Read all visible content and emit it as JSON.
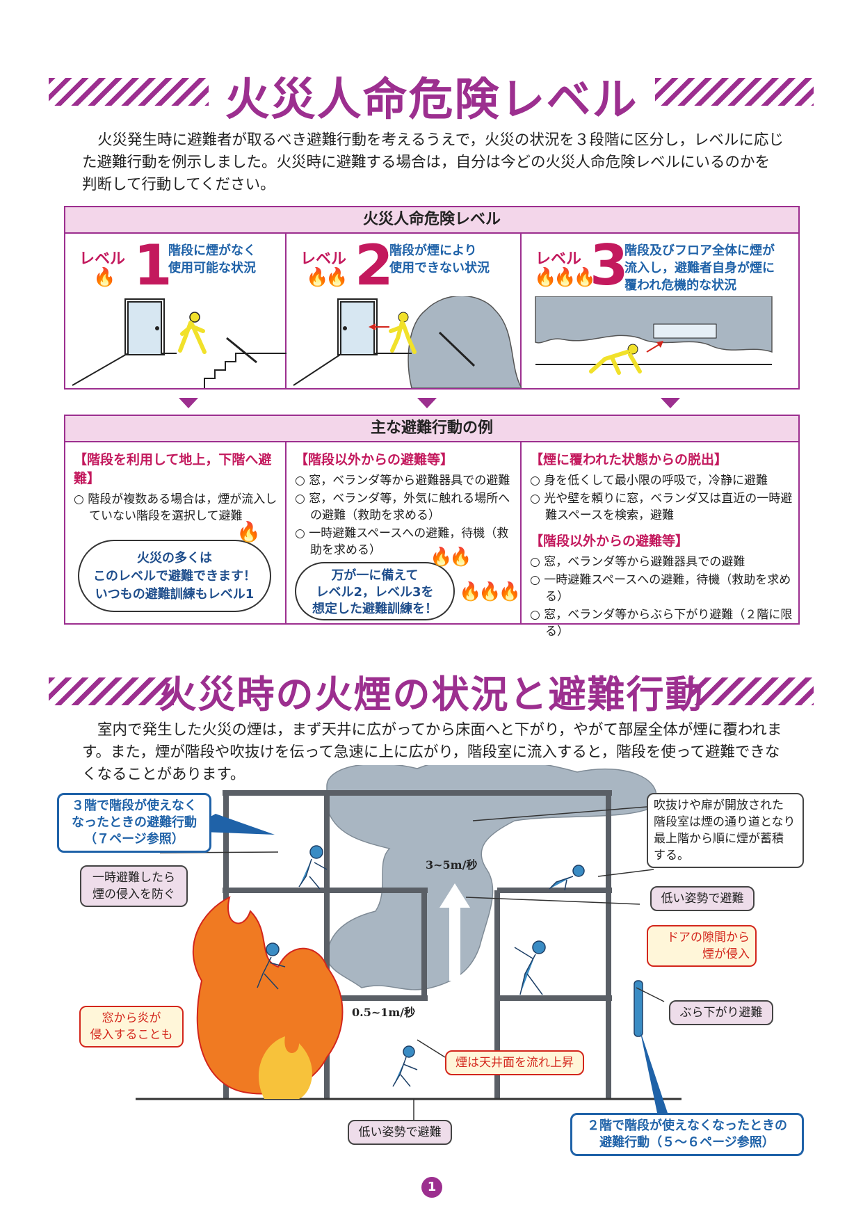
{
  "section1": {
    "title": "火災人命危険レベル",
    "intro": "火災発生時に避難者が取るべき避難行動を考えるうえで，火災の状況を３段階に区分し，レベルに応じた避難行動を例示しました。火災時に避難する場合は，自分は今どの火災人命危険レベルにいるのかを判断して行動してください。",
    "panel_title": "火災人命危険レベル",
    "levels": [
      {
        "word": "レベル",
        "num": "1",
        "desc": "階段に煙がなく\n使用可能な状況"
      },
      {
        "word": "レベル",
        "num": "2",
        "desc": "階段が煙により\n使用できない状況"
      },
      {
        "word": "レベル",
        "num": "3",
        "desc": "階段及びフロア全体に煙が\n流入し，避難者自身が煙に\n覆われ危機的な状況"
      }
    ],
    "actions_title": "主な避難行動の例",
    "actions": [
      {
        "title": "【階段を利用して地上，下階へ避難】",
        "items": [
          "○ 階段が複数ある場合は，煙が流入していない階段を選択して避難"
        ]
      },
      {
        "title": "【階段以外からの避難等】",
        "items": [
          "○ 窓，ベランダ等から避難器具での避難",
          "○ 窓，ベランダ等，外気に触れる場所への避難（救助を求める）",
          "○ 一時避難スペースへの避難，待機（救助を求める）"
        ]
      },
      {
        "title": "【煙に覆われた状態からの脱出】",
        "items": [
          "○ 身を低くして最小限の呼吸で，冷静に避難",
          "○ 光や壁を頼りに窓，ベランダ又は直近の一時避難スペースを検索，避難"
        ],
        "title2": "【階段以外からの避難等】",
        "items2": [
          "○ 窓，ベランダ等から避難器具での避難",
          "○ 一時避難スペースへの避難，待機（救助を求める）",
          "○ 窓，ベランダ等からぶら下がり避難（２階に限る）"
        ]
      }
    ],
    "bubble1": [
      "火災の多くは",
      "このレベルで避難できます！",
      "いつもの避難訓練もレベル1"
    ],
    "bubble2": [
      "万が一に備えて",
      "レベル2，レベル3を",
      "想定した避難訓練を！"
    ]
  },
  "section2": {
    "title": "火災時の火煙の状況と避難行動",
    "intro": "室内で発生した火災の煙は，まず天井に広がってから床面へと下がり，やがて部屋全体が煙に覆われます。また，煙が階段や吹抜けを伝って急速に上に広がり，階段室に流入すると，階段を使って避難できなくなることがあります。",
    "callouts": {
      "floor3": "３階で階段が使えなく\nなったときの避難行動\n（７ページ参照）",
      "temp_refuge": "一時避難したら\n煙の侵入を防ぐ",
      "window_flame": "窓から炎が\n侵入することも",
      "stairwell": "吹抜けや扉が開放された\n階段室は煙の通り道となり\n最上階から順に煙が蓄積\nする。",
      "low_posture_top": "低い姿勢で避難",
      "door_gap": "ドアの隙間から\n煙が侵入",
      "hang_escape": "ぶら下がり避難",
      "ceiling_flow": "煙は天井面を流れ上昇",
      "low_posture_bottom": "低い姿勢で避難",
      "floor2": "２階で階段が使えなくなったときの\n避難行動（５～６ページ参照）"
    },
    "speed_vertical": "3~5m/秒",
    "speed_horizontal": "0.5~1m/秒"
  },
  "page_number": "1",
  "colors": {
    "brand": "#9c2f8f",
    "accent_red": "#c3195d",
    "blue": "#1f62a8",
    "smoke": "#a9b6c2"
  }
}
